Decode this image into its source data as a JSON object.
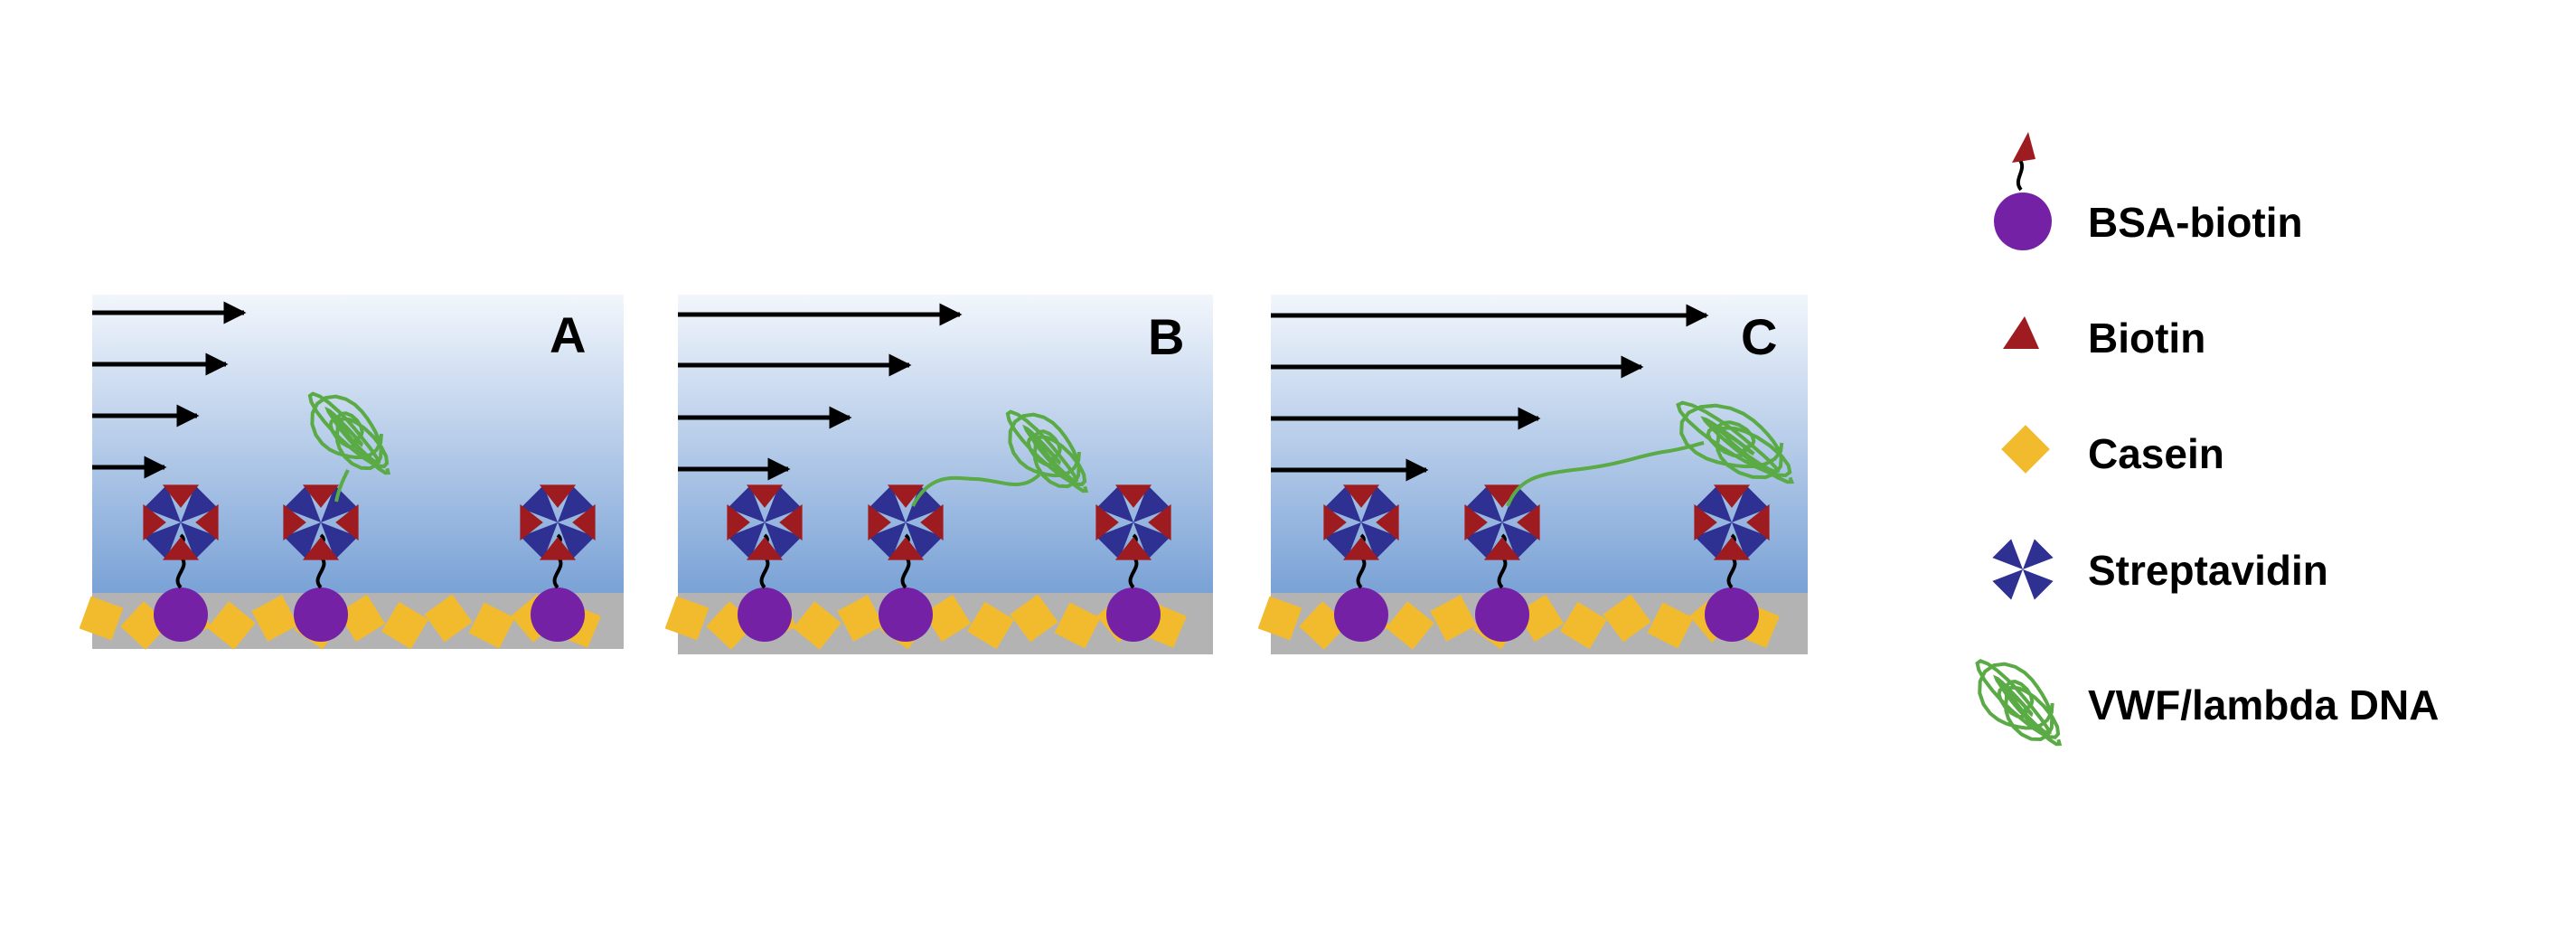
{
  "panels": [
    {
      "letter": "A",
      "shear": "low",
      "vwf_state": "coiled"
    },
    {
      "letter": "B",
      "shear": "medium",
      "vwf_state": "partially-stretched"
    },
    {
      "letter": "C",
      "shear": "high",
      "vwf_state": "stretched"
    }
  ],
  "legend": {
    "items": [
      {
        "icon": "bsa-biotin-icon",
        "label": "BSA-biotin"
      },
      {
        "icon": "biotin-icon",
        "label": "Biotin"
      },
      {
        "icon": "casein-icon",
        "label": "Casein"
      },
      {
        "icon": "streptavidin-icon",
        "label": "Streptavidin"
      },
      {
        "icon": "vwf-coil-icon",
        "label": "VWF/lambda DNA"
      }
    ]
  },
  "colors": {
    "fluid_top": "#f2f6fc",
    "fluid_bottom": "#7aa2d6",
    "surface": "#b3b3b3",
    "casein": "#f2bb2e",
    "bsa": "#7421a6",
    "biotin": "#9e1b1f",
    "streptavidin": "#2e3192",
    "vwf": "#5aaa46"
  }
}
